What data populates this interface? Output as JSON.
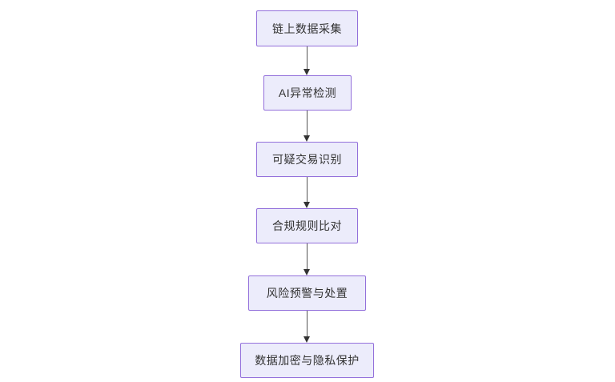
{
  "diagram": {
    "title": "",
    "orientation": "top-to-bottom",
    "background_color": "#ffffff",
    "node_fill_color": "#ececfb",
    "node_border_color": "#9370db",
    "node_text_color": "#333333",
    "edge_color": "#555555",
    "arrowhead_color": "#333333",
    "nodes": [
      {
        "id": "n0",
        "label": "链上数据采集"
      },
      {
        "id": "n1",
        "label": "AI异常检测"
      },
      {
        "id": "n2",
        "label": "可疑交易识别"
      },
      {
        "id": "n3",
        "label": "合规规则比对"
      },
      {
        "id": "n4",
        "label": "风险预警与处置"
      },
      {
        "id": "n5",
        "label": "数据加密与隐私保护"
      }
    ],
    "edges": [
      {
        "from": "n0",
        "to": "n1",
        "label": ""
      },
      {
        "from": "n1",
        "to": "n2",
        "label": ""
      },
      {
        "from": "n2",
        "to": "n3",
        "label": ""
      },
      {
        "from": "n3",
        "to": "n4",
        "label": ""
      },
      {
        "from": "n4",
        "to": "n5",
        "label": ""
      }
    ]
  }
}
